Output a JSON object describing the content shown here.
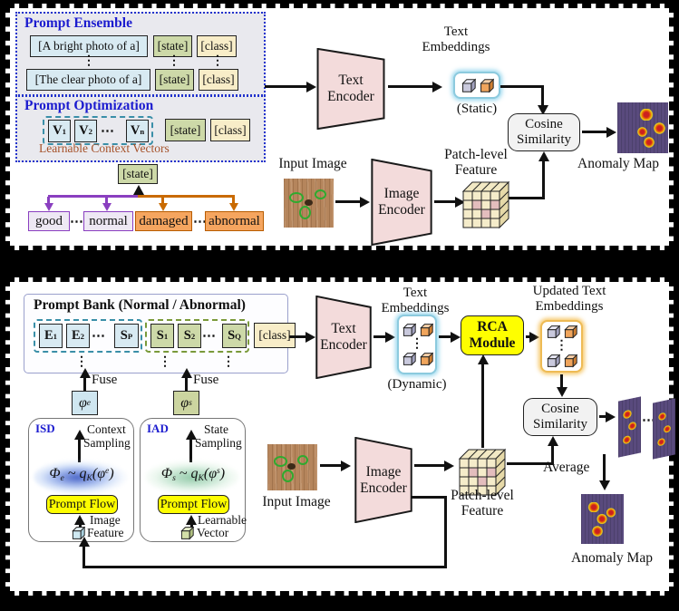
{
  "colors": {
    "title_blue": "#1c1ccf",
    "encoder_pink": "#f3dbdb",
    "highlight_yellow": "#fdfd00",
    "prompt_blue": "#d8eaf2",
    "state_green": "#cdd9a8",
    "class_cream": "#f8edc8",
    "normal_purple": "#eee8f4",
    "abnormal_orange": "#f5a55f",
    "anomaly_purple": "#594a7d",
    "context_brown": "#a5522a"
  },
  "icons": {
    "embedding": "cube-icon",
    "patch_feature": "patch-grid-icon",
    "distribution": "density-blob",
    "anomaly": "heatmap-blob"
  },
  "panel_a": {
    "ensemble": {
      "title": "Prompt Ensemble",
      "rows": [
        {
          "prompt": "[A bright photo of a]",
          "state": "[state]",
          "cls": "[class]"
        },
        {
          "prompt": "[The clear photo of a]",
          "state": "[state]",
          "cls": "[class]"
        }
      ],
      "dots": "⋮"
    },
    "optim": {
      "title": "Prompt Optimization",
      "tokens": [
        {
          "b": "V",
          "s": "1"
        },
        {
          "b": "V",
          "s": "2"
        },
        {
          "b": "V",
          "s": "n"
        }
      ],
      "dots": "⋯",
      "state": "[state]",
      "cls": "[class]",
      "caption": "Learnable Context Vectors"
    },
    "text_encoder": {
      "l1": "Text",
      "l2": "Encoder"
    },
    "text_embeddings": {
      "l1": "Text",
      "l2": "Embeddings",
      "mode": "(Static)"
    },
    "cosine": {
      "l1": "Cosine",
      "l2": "Similarity"
    },
    "anomaly_map_label": "Anomaly Map",
    "input_image_label": "Input Image",
    "image_encoder": {
      "l1": "Image",
      "l2": "Encoder"
    },
    "patch_feature": {
      "l1": "Patch-level",
      "l2": "Feature"
    },
    "state_tree": {
      "state": "[state]",
      "good": "good",
      "dots_normal": "⋯",
      "normal": "normal",
      "damaged": "damaged",
      "dots_abnormal": "⋯",
      "abnormal": "abnormal"
    }
  },
  "panel_b": {
    "bank": {
      "title": "Prompt Bank (Normal / Abnormal)",
      "e_tokens": [
        {
          "b": "E",
          "s": "1"
        },
        {
          "b": "E",
          "s": "2"
        },
        {
          "b": "E",
          "s": "P"
        }
      ],
      "s_tokens": [
        {
          "b": "S",
          "s": "1"
        },
        {
          "b": "S",
          "s": "2"
        },
        {
          "b": "S",
          "s": "Q"
        }
      ],
      "dots_h": "⋯",
      "cls": "[class]",
      "dots_v": "⋮"
    },
    "fuse_left": "Fuse",
    "fuse_right": "Fuse",
    "phi_e": {
      "b": "φ",
      "sup": "e"
    },
    "phi_s": {
      "b": "φ",
      "sup": "s"
    },
    "isd": {
      "tag": "ISD",
      "sampling": {
        "l1": "Context",
        "l2": "Sampling"
      },
      "formula": {
        "a": "Φ",
        "a_sub": "e",
        "b": "~ q",
        "b_sub": "K",
        "c": "(φ",
        "c_sup": "e",
        "d": ")"
      },
      "flow": "Prompt Flow",
      "source": {
        "l1": "Image",
        "l2": "Feature"
      }
    },
    "iad": {
      "tag": "IAD",
      "sampling": {
        "l1": "State",
        "l2": "Sampling"
      },
      "formula": {
        "a": "Φ",
        "a_sub": "s",
        "b": "~ q",
        "b_sub": "K",
        "c": "(φ",
        "c_sup": "s",
        "d": ")"
      },
      "flow": "Prompt Flow",
      "source": {
        "l1": "Learnable",
        "l2": "Vector"
      }
    },
    "text_encoder": {
      "l1": "Text",
      "l2": "Encoder"
    },
    "text_embeddings": {
      "l1": "Text",
      "l2": "Embeddings",
      "mode": "(Dynamic)",
      "dots": "⋮"
    },
    "rca": {
      "l1": "RCA",
      "l2": "Module"
    },
    "updated_embeddings": {
      "l1": "Updated Text",
      "l2": "Embeddings",
      "dots": "⋮"
    },
    "cosine": {
      "l1": "Cosine",
      "l2": "Similarity"
    },
    "maps_dots": "⋯",
    "average": "Average",
    "anomaly_map_label": "Anomaly Map",
    "input_image_label": "Input Image",
    "image_encoder": {
      "l1": "Image",
      "l2": "Encoder"
    },
    "patch_feature": {
      "l1": "Patch-level",
      "l2": "Feature"
    }
  }
}
